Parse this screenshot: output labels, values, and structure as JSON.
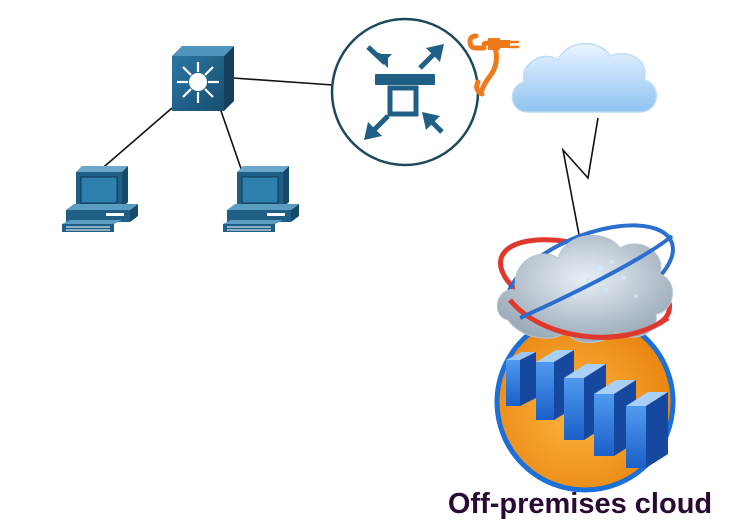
{
  "diagram": {
    "caption": "Off-premises cloud",
    "nodes": [
      {
        "id": "l3-switch",
        "icon": "layer3-switch-icon"
      },
      {
        "id": "workstation-left",
        "icon": "workstation-icon"
      },
      {
        "id": "workstation-right",
        "icon": "workstation-icon"
      },
      {
        "id": "gateway",
        "icon": "gateway-circle-icon"
      },
      {
        "id": "plug",
        "icon": "plug-connector-icon"
      },
      {
        "id": "public-cloud",
        "icon": "cloud-icon"
      },
      {
        "id": "datacenter",
        "icon": "cloud-datacenter-icon"
      }
    ],
    "links": [
      {
        "from": "l3-switch",
        "to": "workstation-left",
        "style": "straight"
      },
      {
        "from": "l3-switch",
        "to": "workstation-right",
        "style": "straight"
      },
      {
        "from": "l3-switch",
        "to": "gateway",
        "style": "straight"
      },
      {
        "from": "gateway",
        "to": "public-cloud",
        "style": "plug"
      },
      {
        "from": "public-cloud",
        "to": "datacenter",
        "style": "lightning"
      }
    ],
    "colors": {
      "cisco_blue": "#1f5f86",
      "gateway_ring": "#1c4a5a",
      "plug_orange": "#f07a1a",
      "cloud_blue": "#a9d2f5",
      "globe_orange": "#f29a1c",
      "globe_ring": "#1a6fd8",
      "caption": "#2a0a35"
    }
  }
}
